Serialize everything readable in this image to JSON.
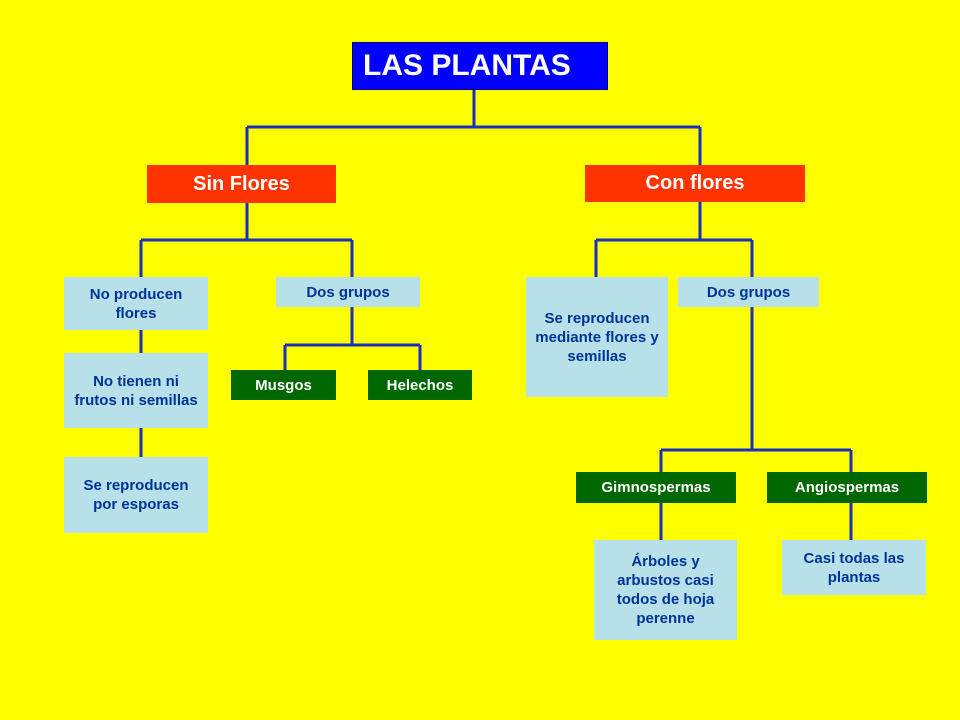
{
  "root": {
    "label": "LAS PLANTAS"
  },
  "sin_flores": {
    "label": "Sin Flores",
    "desc1": "No producen flores",
    "desc2": "No tienen ni frutos ni semillas",
    "desc3": "Se reproducen por esporas",
    "dos_grupos": "Dos grupos",
    "musgos": "Musgos",
    "helechos": "Helechos"
  },
  "con_flores": {
    "label": "Con flores",
    "desc": "Se reproducen mediante flores y semillas",
    "dos_grupos": "Dos grupos",
    "gimnospermas": "Gimnospermas",
    "angiospermas": "Angiospermas",
    "gimno_desc": "Árboles y arbustos casi todos de hoja perenne",
    "angio_desc": "Casi todas las plantas"
  },
  "colors": {
    "background": "#FFFF00",
    "root": "#0000FF",
    "category": "#FF3300",
    "info_box": "#B8E0E8",
    "info_text": "#003399",
    "group_box": "#006600",
    "connector": "#1A2FBF"
  }
}
